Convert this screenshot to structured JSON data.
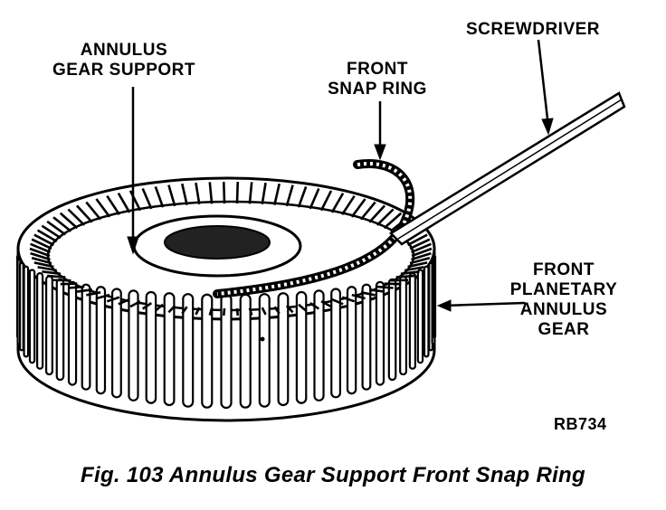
{
  "labels": {
    "annulus_support": [
      "ANNULUS",
      "GEAR SUPPORT"
    ],
    "front_snap_ring": [
      "FRONT",
      "SNAP RING"
    ],
    "screwdriver": "SCREWDRIVER",
    "front_planetary": [
      "FRONT",
      "PLANETARY",
      "ANNULUS",
      "GEAR"
    ],
    "figure_code": "RB734"
  },
  "caption": "Fig. 103 Annulus Gear Support Front Snap Ring",
  "colors": {
    "ink": "#000000",
    "paper": "#ffffff"
  }
}
